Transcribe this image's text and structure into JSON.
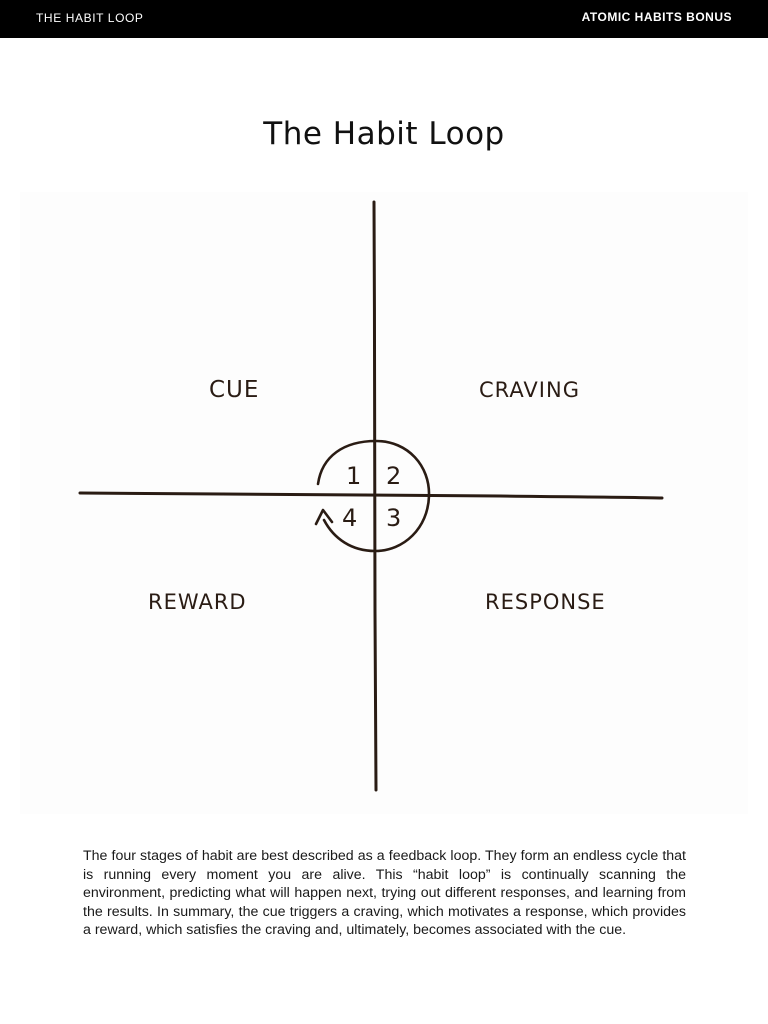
{
  "header": {
    "left_label": "THE HABIT LOOP",
    "right_label": "ATOMIC HABITS BONUS"
  },
  "title": "The Habit Loop",
  "diagram": {
    "quadrants": {
      "top_left": "CUE",
      "top_right": "CRAVING",
      "bottom_left": "REWARD",
      "bottom_right": "RESPONSE"
    },
    "stage_numbers": {
      "one": "1",
      "two": "2",
      "three": "3",
      "four": "4"
    },
    "ink_color": "#2a1c14"
  },
  "body_text": "The four stages of habit are best described as a feedback loop. They form an endless cycle that is running every moment you are alive. This “habit loop” is continually scanning the environment, predicting what will happen next, trying out different responses, and learning from the results. In summary, the cue triggers a craving, which motivates a response, which provides a reward, which satisfies the craving and, ultimately, becomes associated with the cue."
}
